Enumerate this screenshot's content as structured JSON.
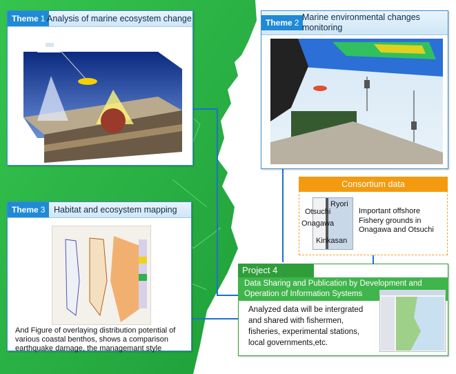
{
  "theme1": {
    "tag": "Theme",
    "num": "1",
    "title": "Analysis of marine ecosystem change"
  },
  "theme2": {
    "tag": "Theme",
    "num": "2",
    "title_line1": "Marine environmental changes",
    "title_line2": "monitoring"
  },
  "theme3": {
    "tag": "Theme",
    "num": "3",
    "title": "Habitat and ecosystem mapping",
    "caption_line1": "And Figure of overlaying distribution potential of",
    "caption_line2": "various coastal benthos, shows a comparison",
    "caption_line3": "earthquake damage, the managemant style"
  },
  "consortium": {
    "title": "Consortium data",
    "text_line1": "Important offshore",
    "text_line2": "Fishery grounds in",
    "text_line3": "Onagawa and Otsuchi",
    "map_labels": [
      "Ryori",
      "Otsuchi",
      "Onagawa",
      "Kinkasan"
    ]
  },
  "project4": {
    "tag": "Project 4",
    "sub_line1": "Data Sharing and Publication by Development and",
    "sub_line2": "Operation of Information Systems",
    "text_line1": "Analyzed data will be intergrated",
    "text_line2": "and shared with fishermen,",
    "text_line3": "fisheries, experimental stations,",
    "text_line4": "local governments,etc."
  },
  "colors": {
    "theme_blue": "#1f8ad6",
    "consortium_orange": "#f39a0f",
    "project_green": "#2f9e3a",
    "land_green": "#2fbf4a"
  }
}
